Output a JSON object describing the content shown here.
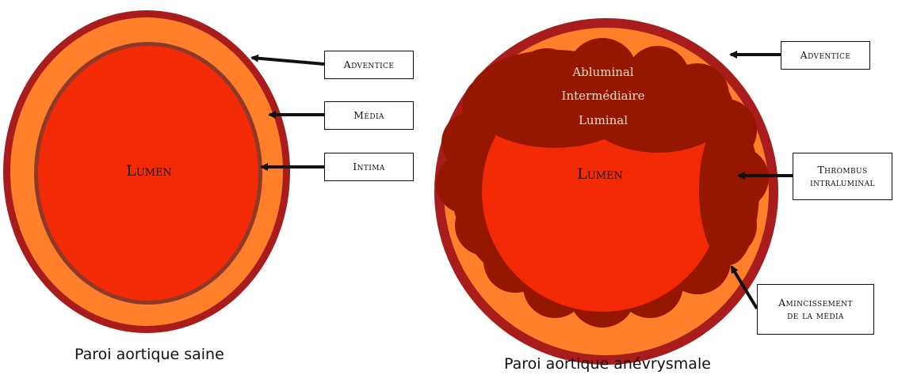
{
  "healthy": {
    "lumen_label": "Lumen",
    "caption": "Paroi aortique saine",
    "labels": {
      "adventice": "Adventice",
      "media": "Média",
      "intima": "Intima"
    }
  },
  "aneurysm": {
    "lumen_label": "Lumen",
    "caption": "Paroi aortique anévrysmale",
    "thrombus_layers": [
      "Abluminal",
      "Intermédiaire",
      "Luminal"
    ],
    "labels": {
      "adventice": "Adventice",
      "thrombus_line1": "Thrombus",
      "thrombus_line2": "intraluminal",
      "aminc_line1": "Amincissement",
      "aminc_line2": "de la média"
    }
  },
  "colors": {
    "adventitia": "#a81c1c",
    "media": "#ff7f2a",
    "intima_ring": "#8b3a2a",
    "lumen": "#f22a05",
    "thrombus": "#951700",
    "thrombus_text": "#f5dcc8"
  }
}
